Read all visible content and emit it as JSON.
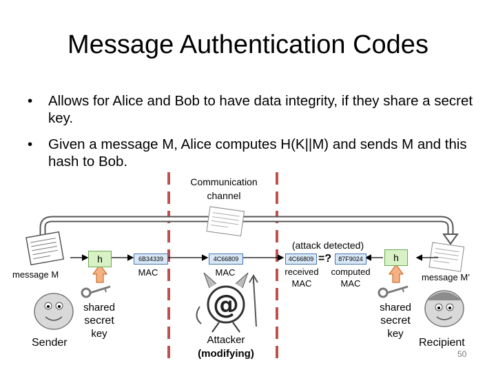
{
  "slide": {
    "title": "Message Authentication Codes",
    "bullets": [
      "Allows for Alice and Bob to have data integrity, if they share a secret key.",
      "Given a message M, Alice computes H(K||M) and sends M and this hash to Bob."
    ],
    "page_number": "50"
  },
  "diagram": {
    "channel_label_1": "Communication",
    "channel_label_2": "channel",
    "sender": {
      "message_label": "message M",
      "h_label": "h",
      "mac_code": "6B34339",
      "mac_label": "MAC",
      "key_label_1": "shared",
      "key_label_2": "secret",
      "key_label_3": "key",
      "name": "Sender"
    },
    "attacker": {
      "mac_code": "4C66809",
      "mac_label": "MAC",
      "name_1": "Attacker",
      "name_2": "(modifying)"
    },
    "recipient": {
      "attack_label": "(attack detected)",
      "received_code": "4C66809",
      "compare_symbol": "=?",
      "computed_code": "87F9024",
      "received_label_1": "received",
      "received_label_2": "MAC",
      "computed_label_1": "computed",
      "computed_label_2": "MAC",
      "h_label": "h",
      "message_label": "message M’",
      "key_label_1": "shared",
      "key_label_2": "secret",
      "key_label_3": "key",
      "name": "Recipient"
    },
    "colors": {
      "channel_dash": "#c0504d",
      "arrow_fill": "#f4b183",
      "hash_box": "#d8f2c6",
      "mac_box": "#d9e8f7"
    }
  }
}
